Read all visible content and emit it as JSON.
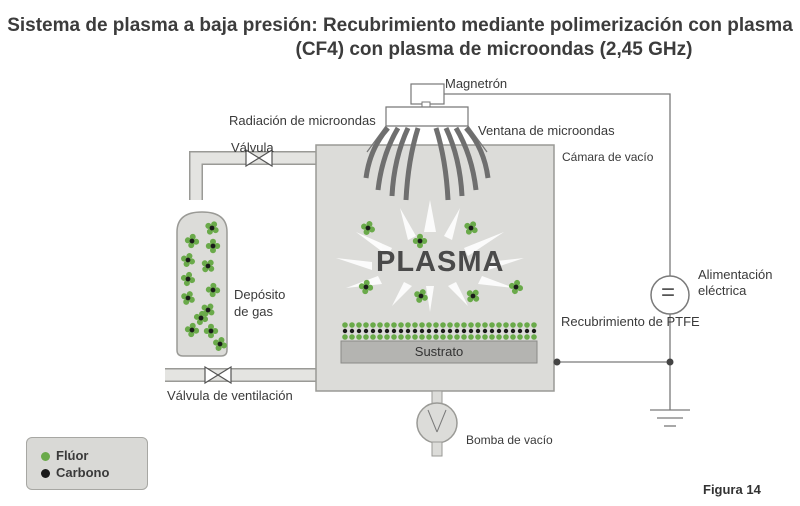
{
  "title": {
    "line1": "Sistema de plasma a baja presión: Recubrimiento mediante polimerización con plasma",
    "line2": "(CF4) con plasma de microondas (2,45 GHz)"
  },
  "labels": {
    "magnetron": "Magnetrón",
    "microwave_radiation": "Radiación de microondas",
    "microwave_window": "Ventana de microondas",
    "valve": "Válvula",
    "vacuum_chamber": "Cámara de vacío",
    "gas_tank": "Depósito\nde gas",
    "plasma": "PLASMA",
    "ptfe_coating": "Recubrimiento de PTFE",
    "substrate": "Sustrato",
    "vent_valve": "Válvula de ventilación",
    "power_supply": "Alimentación\neléctrica",
    "power_symbol": "=",
    "vacuum_pump": "Bomba de vacío",
    "figure": "Figura 14"
  },
  "legend": {
    "items": [
      {
        "label": "Flúor",
        "color": "#6aaa4a"
      },
      {
        "label": "Carbono",
        "color": "#1a1a1a"
      }
    ]
  },
  "colors": {
    "chamber_fill": "#dcdcd9",
    "chamber_stroke": "#9a9a96",
    "fluorine": "#6aaa4a",
    "carbon": "#1a1a1a",
    "wire": "#7a7a7a"
  }
}
